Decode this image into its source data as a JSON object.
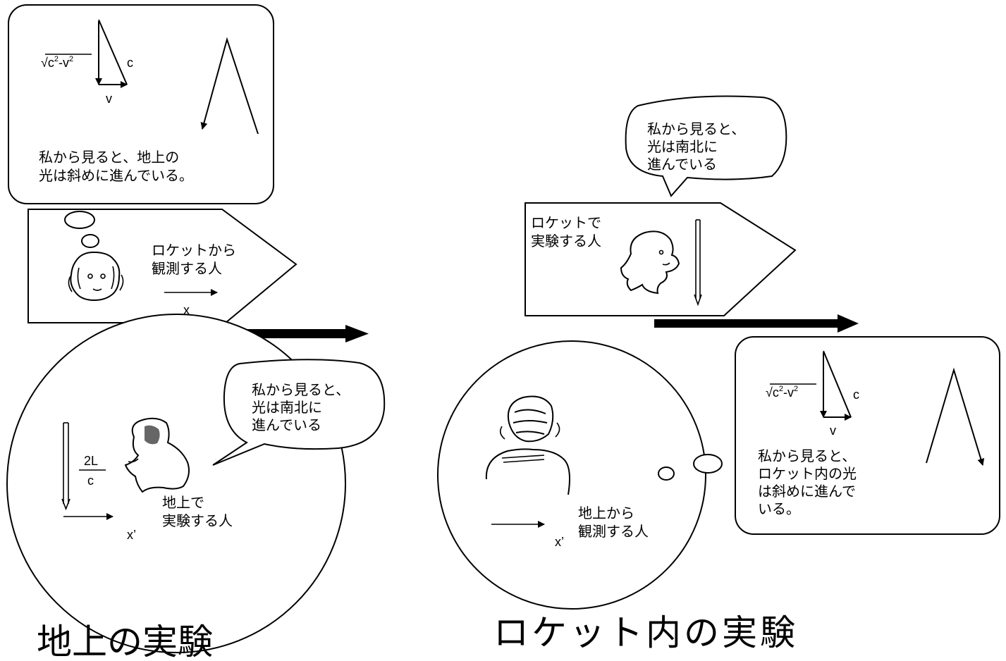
{
  "left": {
    "box_text_1": "私から見ると、地上の",
    "box_text_2": "光は斜めに進んでいる。",
    "rocket_observer_1": "ロケットから",
    "rocket_observer_2": "観測する人",
    "rocket_axis": "x",
    "bubble_1": "私から見ると、",
    "bubble_2": "光は南北に",
    "bubble_3": "進んでいる",
    "time_num": "2L",
    "time_den": "c",
    "ground_exp_1": "地上で",
    "ground_exp_2": "実験する人",
    "ground_axis": "x’",
    "caption": "地上の実験"
  },
  "right": {
    "bubble_1": "私から見ると、",
    "bubble_2": "光は南北に",
    "bubble_3": "進んでいる",
    "rocket_exp_1": "ロケットで",
    "rocket_exp_2": "実験する人",
    "box_text_1": "私から見ると、",
    "box_text_2": "ロケット内の光",
    "box_text_3": "は斜めに進んで",
    "box_text_4": "いる。",
    "ground_observer_1": "地上から",
    "ground_observer_2": "観測する人",
    "ground_axis": "x’",
    "caption": "ロケット内の実験"
  },
  "triangle": {
    "hyp": "c",
    "base": "v",
    "sqrt_c": "c",
    "sqrt_minus_v": "-v",
    "exp": "2"
  }
}
